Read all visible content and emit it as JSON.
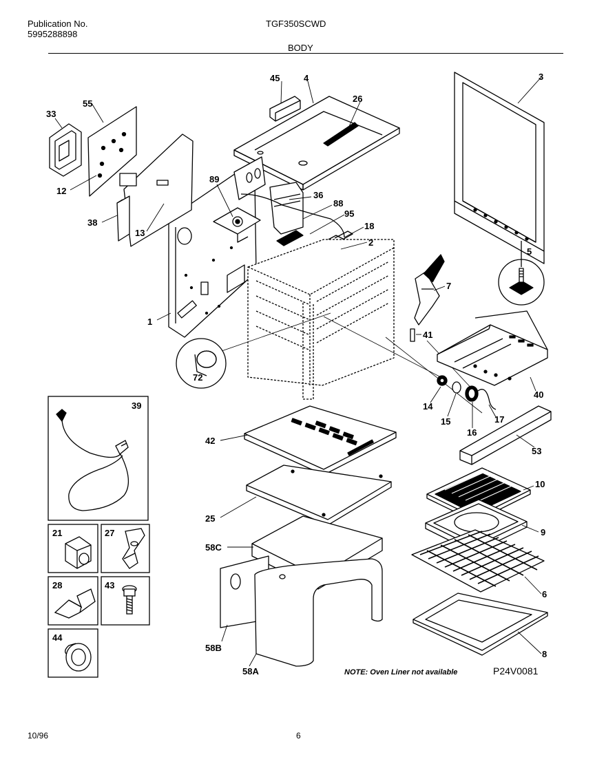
{
  "header": {
    "publication_label": "Publication No.",
    "publication_number": "5995288898",
    "model": "TGF350SCWD",
    "section": "BODY"
  },
  "parts": {
    "p1": "1",
    "p2": "2",
    "p3": "3",
    "p4": "4",
    "p5": "5",
    "p6": "6",
    "p7": "7",
    "p8": "8",
    "p9": "9",
    "p10": "10",
    "p12": "12",
    "p13": "13",
    "p14": "14",
    "p15": "15",
    "p16": "16",
    "p17": "17",
    "p18": "18",
    "p21": "21",
    "p25": "25",
    "p26": "26",
    "p27": "27",
    "p28": "28",
    "p33": "33",
    "p36": "36",
    "p38": "38",
    "p39": "39",
    "p40": "40",
    "p41": "41",
    "p42": "42",
    "p43": "43",
    "p44": "44",
    "p45": "45",
    "p53": "53",
    "p55": "55",
    "p58a": "58A",
    "p58b": "58B",
    "p58c": "58C",
    "p72": "72",
    "p88": "88",
    "p89": "89",
    "p95": "95"
  },
  "note": "NOTE: Oven Liner not available",
  "diagram_code": "P24V0081",
  "footer": {
    "date": "10/96",
    "page": "6"
  }
}
